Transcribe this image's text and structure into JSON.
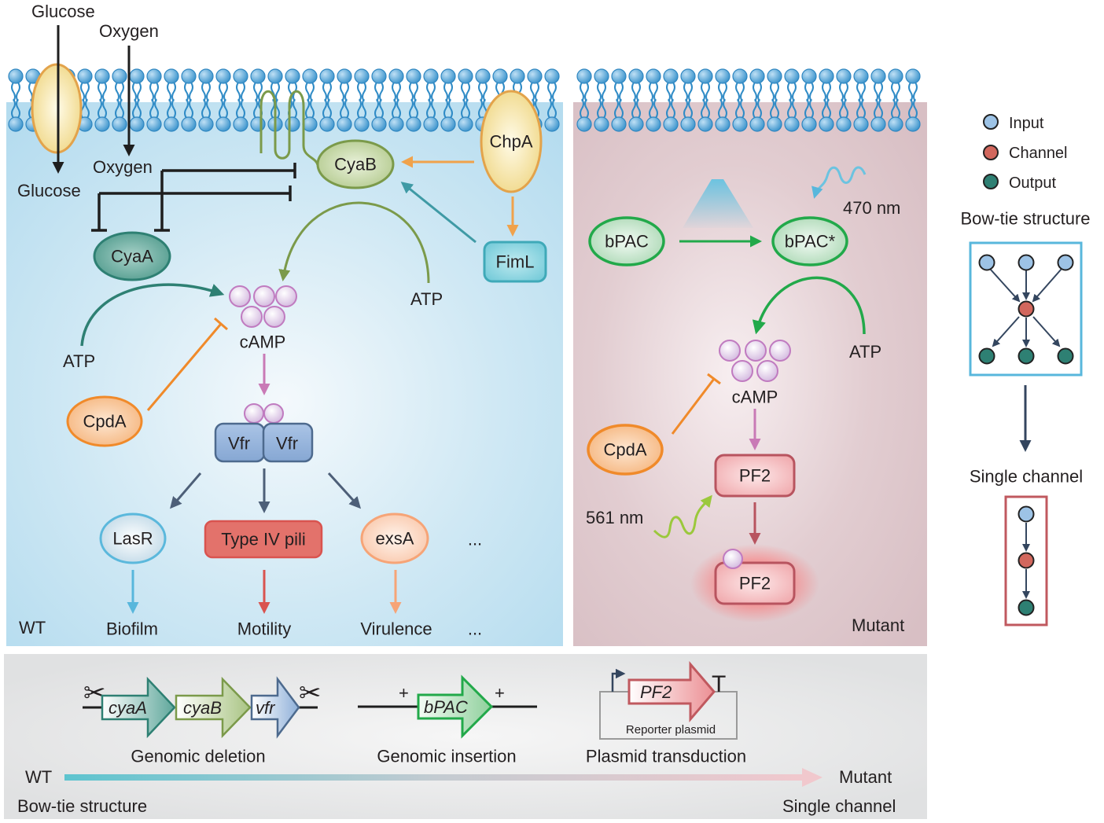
{
  "wt_panel": {
    "corner_label": "WT",
    "external": {
      "glucose": "Glucose",
      "oxygen": "Oxygen"
    },
    "internal": {
      "glucose": "Glucose",
      "oxygen": "Oxygen"
    },
    "nodes": {
      "cyaA": "CyaA",
      "cyaB": "CyaB",
      "chpA": "ChpA",
      "fimL": "FimL",
      "camp": "cAMP",
      "cpdA": "CpdA",
      "vfr_left": "Vfr",
      "vfr_right": "Vfr",
      "lasR": "LasR",
      "pili": "Type IV pili",
      "exsA": "exsA",
      "more": "..."
    },
    "atp_left": "ATP",
    "atp_right": "ATP",
    "outputs": {
      "biofilm": "Biofilm",
      "motility": "Motility",
      "virulence": "Virulence",
      "more": "..."
    }
  },
  "mutant_panel": {
    "corner_label": "Mutant",
    "nodes": {
      "bpac": "bPAC",
      "bpac_active": "bPAC*",
      "camp": "cAMP",
      "cpdA": "CpdA",
      "pf2": "PF2",
      "pf2_bound": "PF2"
    },
    "atp": "ATP",
    "blue_light": "470 nm",
    "green_light": "561 nm"
  },
  "legend": {
    "items": [
      {
        "label": "Input",
        "color": "#9dc3e6"
      },
      {
        "label": "Channel",
        "color": "#d2675d"
      },
      {
        "label": "Output",
        "color": "#2e8073"
      }
    ],
    "bowtie_title": "Bow-tie structure",
    "single_title": "Single channel"
  },
  "bottom_panel": {
    "genes": {
      "cyaA": "cyaA",
      "cyaB": "cyaB",
      "vfr": "vfr",
      "bpac": "bPAC",
      "pf2": "PF2"
    },
    "plus_left": "+",
    "plus_right": "+",
    "terminator": "T",
    "plasmid_label": "Reporter plasmid",
    "steps": [
      "Genomic deletion",
      "Genomic insertion",
      "Plasmid transduction"
    ],
    "axis_left": "WT",
    "axis_right": "Mutant",
    "sub_left": "Bow-tie structure",
    "sub_right": "Single channel"
  },
  "colors": {
    "wt_bg": "#bfe2f1",
    "mutant_bg": "#dcc3c8",
    "bottom_bg": "#e4e5e6",
    "membrane": "#3a93cc",
    "cyaA": "#2e8073",
    "cyaB": "#7b9a4a",
    "orange": "#f08a2a",
    "pink": "#c97ab6",
    "vfr": "#6f93c4",
    "red": "#d9534f",
    "green": "#22a94a"
  }
}
